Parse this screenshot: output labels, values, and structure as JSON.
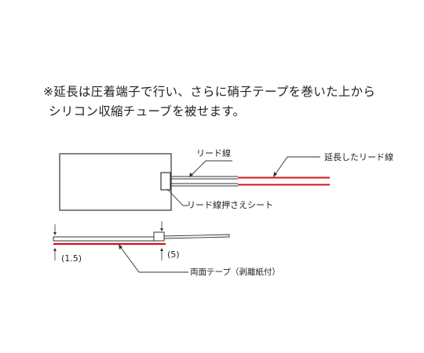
{
  "notes": {
    "line1": "※延長は圧着端子で行い、さらに硝子テープを巻いた上から",
    "line2": "シリコン収縮チューブを被せます。"
  },
  "labels": {
    "lead_wire": "リード線",
    "extended_lead_wire": "延長したリード線",
    "lead_wire_holder_sheet": "リード線押さえシート",
    "dim_left": "(1.5)",
    "dim_right": "(5)",
    "double_sided_tape": "両面テープ（剥離紙付）"
  },
  "colors": {
    "lead_red": "#d6101a",
    "line": "#333333"
  }
}
